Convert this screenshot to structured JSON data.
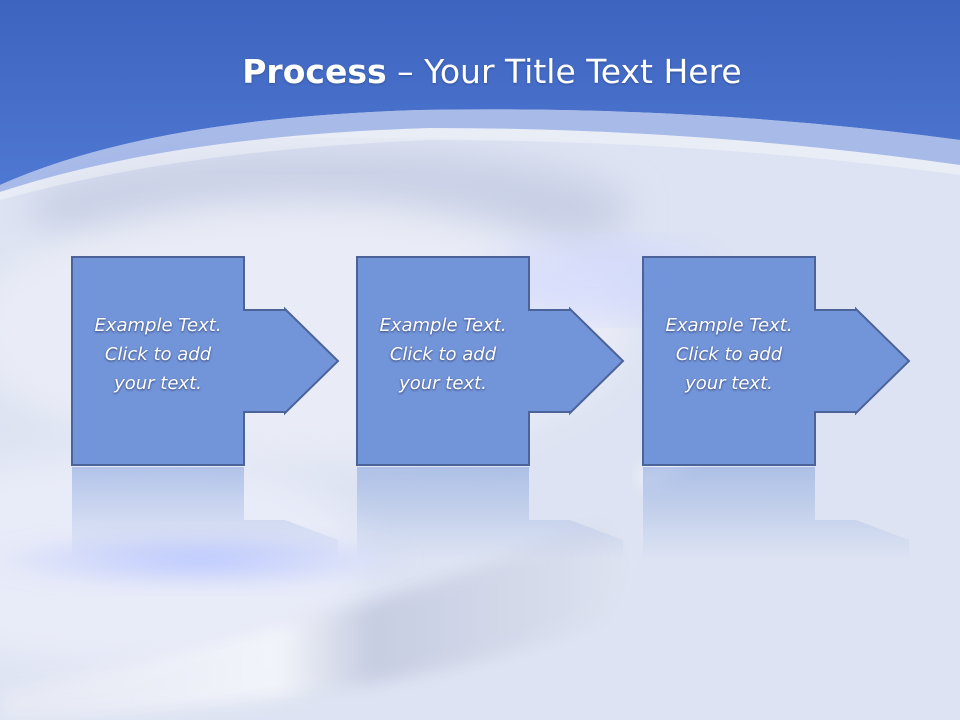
{
  "slide": {
    "title_bold": "Process",
    "title_rest": " – Your Title Text Here",
    "steps": [
      {
        "lines": [
          "Example Text.",
          "Click  to add",
          "your text."
        ]
      },
      {
        "lines": [
          "Example Text.",
          "Click  to add",
          "your text."
        ]
      },
      {
        "lines": [
          "Example Text.",
          "Click  to add",
          "your text."
        ]
      }
    ]
  },
  "colors": {
    "header_blue": "#4a72c9",
    "shape_fill": "#7294d8",
    "shape_stroke": "#4c6399",
    "background": "#dfe4f3"
  }
}
